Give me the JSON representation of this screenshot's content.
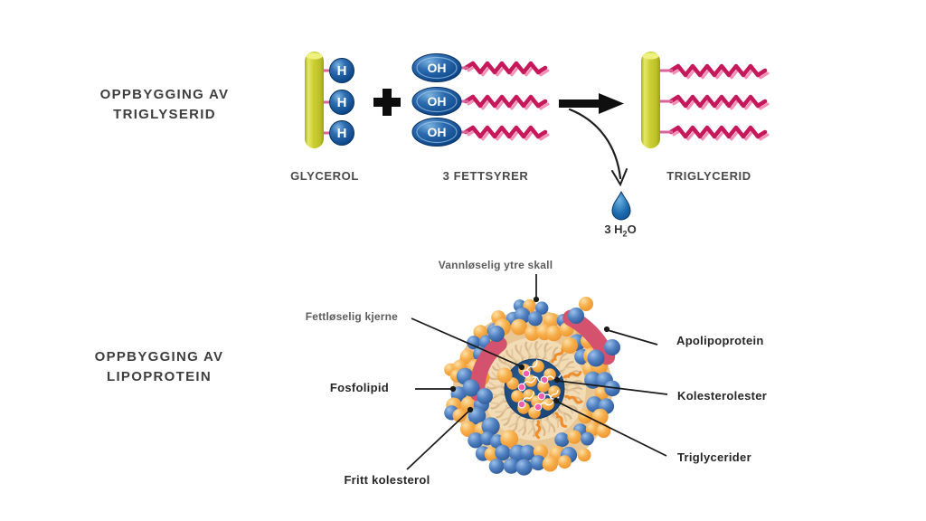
{
  "titles": {
    "triglyserid": {
      "line1": "OPPBYGGING AV",
      "line2": "TRIGLYSERID"
    },
    "lipoprotein": {
      "line1": "OPPBYGGING AV",
      "line2": "LIPOPROTEIN"
    }
  },
  "triglyserid_diagram": {
    "glycerol_label": "GLYCEROL",
    "fatty_acids_label": "3 FETTSYRER",
    "triglycerid_label": "TRIGLYCERID",
    "hydrogen_symbol": "H",
    "hydroxyl_symbol": "OH",
    "water_count": "3 H",
    "water_subscript": "2",
    "water_element": "O"
  },
  "lipoprotein_diagram": {
    "outer_shell_label": "Vannløselig ytre skall",
    "core_label": "Fettløselig kjerne",
    "phospholipid_label": "Fosfolipid",
    "free_cholesterol_label": "Fritt kolesterol",
    "apolipoprotein_label": "Apolipoprotein",
    "cholesterol_ester_label": "Kolesterolester",
    "triglycerides_label": "Triglycerider"
  },
  "colors": {
    "chain_pink": "#c6195c",
    "chain_pink_light": "#f07cab",
    "connector_pink": "#db639c",
    "glycerol_yellow": "#c9cd2e",
    "molecule_blue": "#0d3f7a",
    "arrow_black": "#111111",
    "ball_blue": "#3f6cb0",
    "ball_orange": "#f3a53d",
    "apolipoprotein_red": "#d4526e",
    "ring_beige": "#f2dcb6",
    "ring_tail_tan": "#d9b88c",
    "ring_squiggle_orange": "#ee8d2c",
    "core_navy": "#1c4a80",
    "molecule_pink": "#ef5fae",
    "callout_black": "#1a1a1a"
  }
}
